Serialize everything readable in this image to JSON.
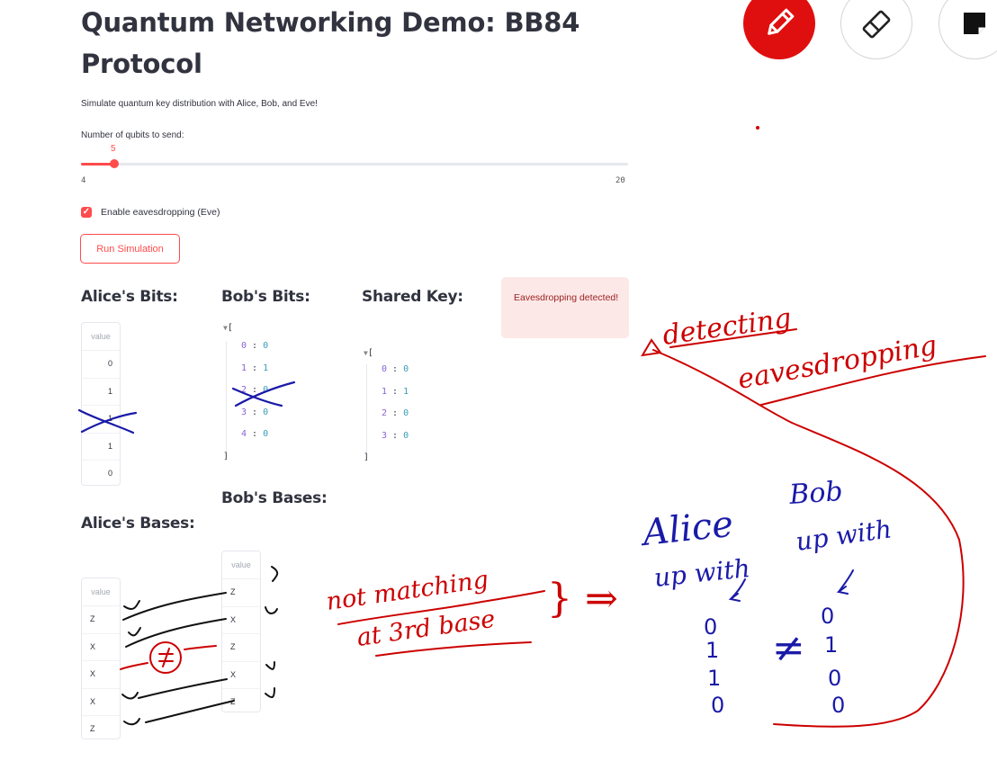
{
  "page": {
    "title": "Quantum Networking Demo: BB84 Protocol",
    "subtitle": "Simulate quantum key distribution with Alice, Bob, and Eve!"
  },
  "slider": {
    "label": "Number of qubits to send:",
    "value": "5",
    "min": "4",
    "max": "20"
  },
  "eve_checkbox": {
    "label": "Enable eavesdropping (Eve)",
    "checked": true
  },
  "run_button": {
    "label": "Run Simulation"
  },
  "alice_bits": {
    "heading": "Alice's Bits:",
    "column": "value",
    "values": [
      "0",
      "1",
      "1",
      "1",
      "0"
    ]
  },
  "bob_bits": {
    "heading": "Bob's Bits:",
    "open": "[",
    "close": "]",
    "items": [
      {
        "k": "0",
        "v": "0"
      },
      {
        "k": "1",
        "v": "1"
      },
      {
        "k": "2",
        "v": "0"
      },
      {
        "k": "3",
        "v": "0"
      },
      {
        "k": "4",
        "v": "0"
      }
    ]
  },
  "shared_key": {
    "heading": "Shared Key:",
    "open": "[",
    "close": "]",
    "items": [
      {
        "k": "0",
        "v": "0"
      },
      {
        "k": "1",
        "v": "1"
      },
      {
        "k": "2",
        "v": "0"
      },
      {
        "k": "3",
        "v": "0"
      }
    ]
  },
  "alert": {
    "text": "Eavesdropping detected!"
  },
  "alice_bases": {
    "heading": "Alice's Bases:",
    "column": "value",
    "values": [
      "Z",
      "X",
      "X",
      "X",
      "Z"
    ]
  },
  "bob_bases": {
    "heading": "Bob's Bases:",
    "column": "value",
    "values": [
      "Z",
      "X",
      "Z",
      "X",
      "Z"
    ]
  },
  "annotations": {
    "detecting": "detecting",
    "eavesdropping": "eavesdropping",
    "not_matching": "not matching",
    "at_3rd_base": "at 3rd base",
    "alice": "Alice",
    "alice_up_with": "up with",
    "bob": "Bob",
    "bob_up_with": "up with",
    "alice_col": [
      "0",
      "1",
      "1",
      "0"
    ],
    "bob_col": [
      "0",
      "1",
      "0",
      "0"
    ],
    "neq": "≠",
    "arrow": "} ⇒",
    "not_equal_circle": "≠"
  },
  "toolbar": {
    "pen": "pencil-icon",
    "eraser": "eraser-icon",
    "note": "sticky-note-icon"
  },
  "colors": {
    "accent": "#ff4b4b",
    "ink_red": "#cc0000",
    "ink_blue": "#1a1aa8",
    "ink_black": "#111111"
  }
}
